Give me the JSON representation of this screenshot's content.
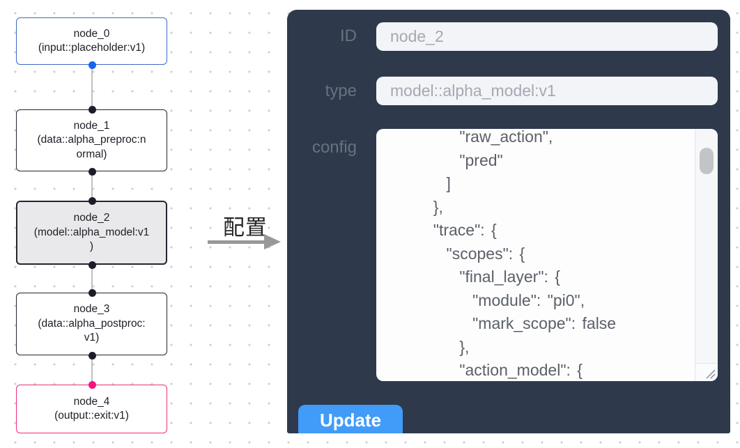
{
  "graph": {
    "nodes": [
      {
        "id": "node_0",
        "type": "input::placeholder:v1",
        "label": "node_0\n(input::placeholder:v1)"
      },
      {
        "id": "node_1",
        "type": "data::alpha_preproc:normal",
        "label": "node_1\n(data::alpha_preproc:n\normal)"
      },
      {
        "id": "node_2",
        "type": "model::alpha_model:v1",
        "label": "node_2\n(model::alpha_model:v1\n)"
      },
      {
        "id": "node_3",
        "type": "data::alpha_postproc:v1",
        "label": "node_3\n(data::alpha_postproc:\nv1)"
      },
      {
        "id": "node_4",
        "type": "output::exit:v1",
        "label": "node_4\n(output::exit:v1)"
      }
    ],
    "selected_node": "node_2"
  },
  "arrow": {
    "label": "配置"
  },
  "panel": {
    "id_field": {
      "label": "ID",
      "value": "node_2"
    },
    "type_field": {
      "label": "type",
      "value": "model::alpha_model:v1"
    },
    "config_field": {
      "label": "config",
      "code": "      \"raw_action\",\n      \"pred\"\n    ]\n  },\n  \"trace\": {\n    \"scopes\": {\n      \"final_layer\": {\n        \"module\": \"pi0\",\n        \"mark_scope\": false\n      },\n      \"action_model\": {"
    },
    "update_button": "Update"
  },
  "colors": {
    "panel_bg": "#2e3a4c",
    "input_bg": "#f2f4f8",
    "button_blue": "#419bf9",
    "node_border_default": "#23252f",
    "node_border_input": "#3b6ac9",
    "node_border_output": "#eb2d7b",
    "node_selected_bg": "#e9e9eb",
    "port_blue": "#1465ef",
    "port_pink": "#f5137c",
    "edge_gray": "#c0c0c3"
  }
}
